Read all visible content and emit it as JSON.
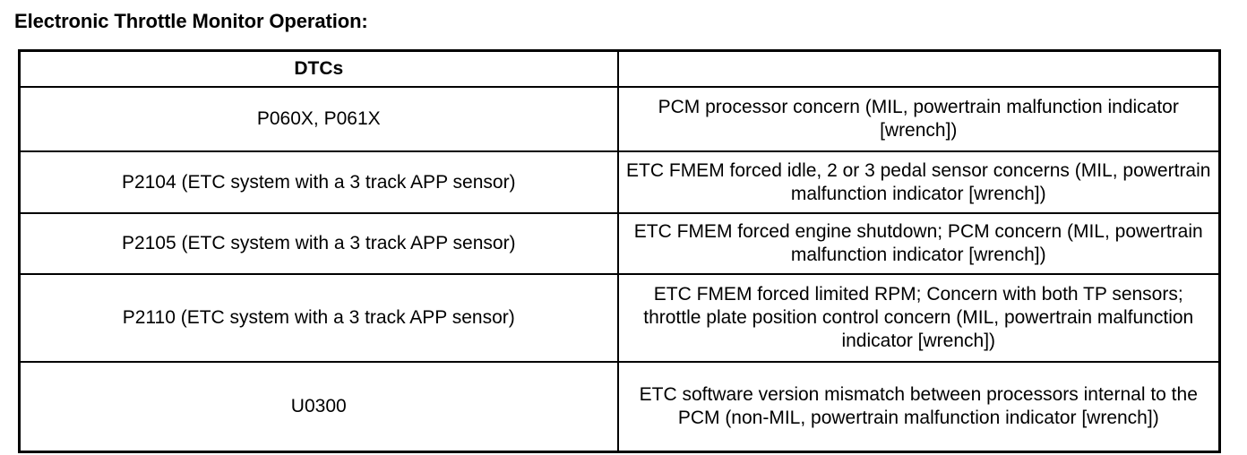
{
  "document": {
    "title": "Electronic Throttle Monitor Operation:"
  },
  "table": {
    "columns": [
      {
        "header": "DTCs"
      },
      {
        "header": ""
      }
    ],
    "rows": [
      {
        "dtc": "P060X, P061X",
        "description": "PCM processor concern (MIL, powertrain malfunction indicator [wrench])"
      },
      {
        "dtc": "P2104 (ETC system with a 3 track APP sensor)",
        "description": "ETC FMEM  forced idle, 2 or 3 pedal sensor concerns (MIL, powertrain malfunction indicator [wrench])"
      },
      {
        "dtc": "P2105 (ETC system with a 3 track APP sensor)",
        "description": "ETC FMEM  forced engine shutdown; PCM concern (MIL, powertrain malfunction indicator [wrench])"
      },
      {
        "dtc": "P2110 (ETC system with a 3 track APP sensor)",
        "description": "ETC FMEM  forced limited RPM; Concern with both TP sensors; throttle plate position control concern (MIL, powertrain malfunction indicator [wrench])"
      },
      {
        "dtc": "U0300",
        "description": "ETC software version mismatch between processors internal to the PCM (non-MIL, powertrain malfunction indicator [wrench])"
      }
    ]
  },
  "colors": {
    "text": "#000000",
    "background": "#ffffff",
    "border": "#000000"
  }
}
